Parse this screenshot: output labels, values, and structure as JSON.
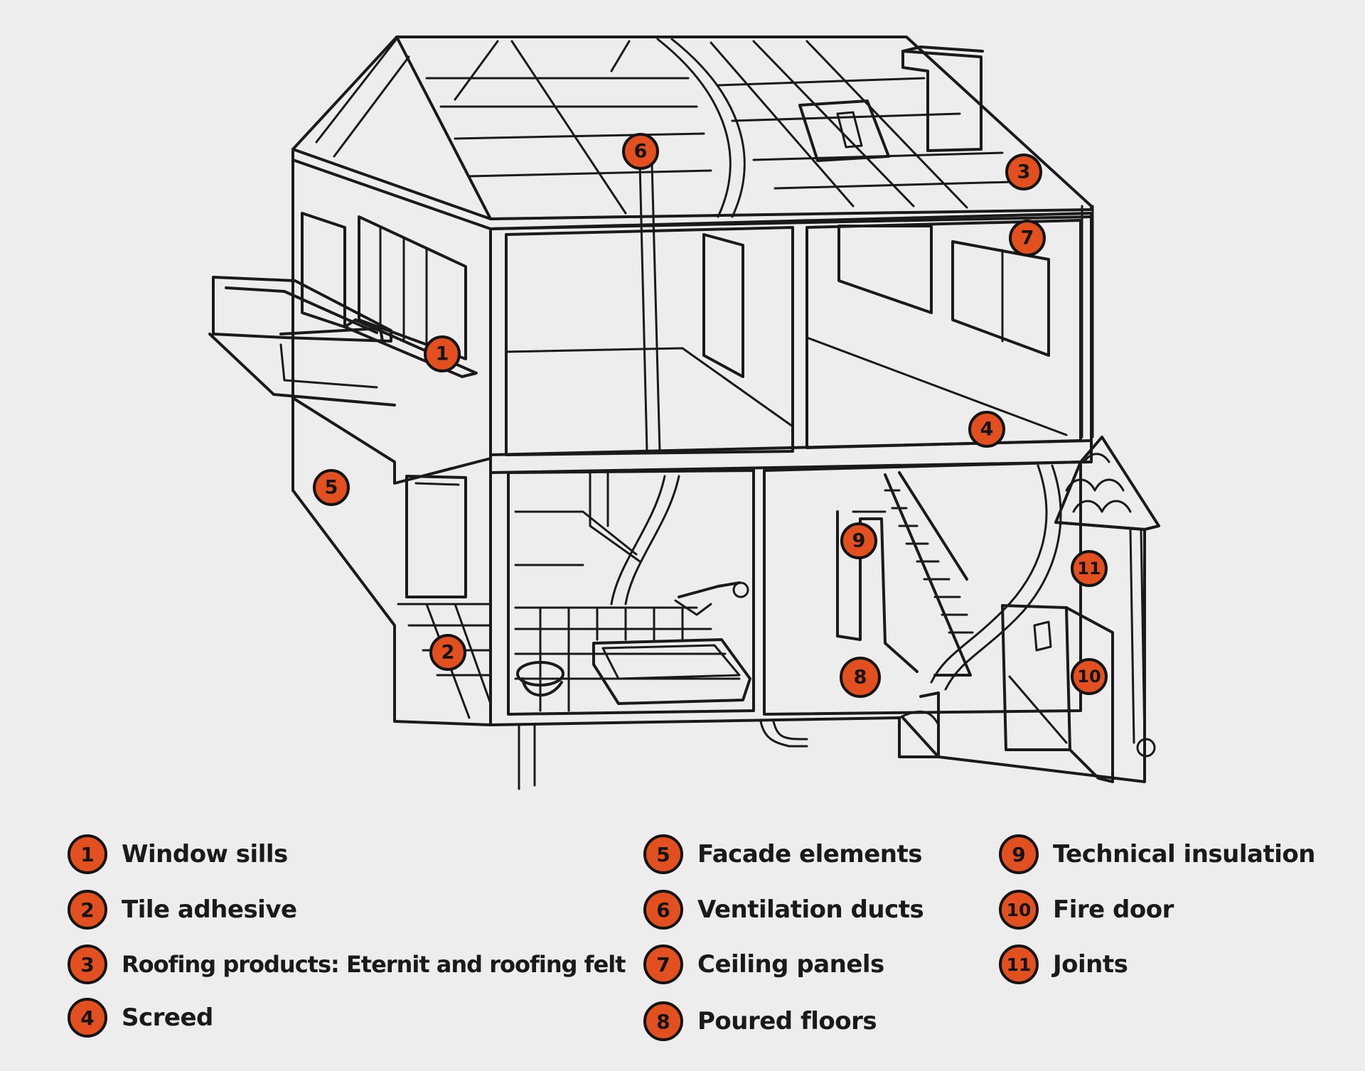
{
  "colors": {
    "background": "#ededed",
    "marker": "#e2501f",
    "line": "#1a1a1a"
  },
  "diagram": {
    "markers": [
      {
        "id": "1",
        "label": "1"
      },
      {
        "id": "2",
        "label": "2"
      },
      {
        "id": "3",
        "label": "3"
      },
      {
        "id": "4",
        "label": "4"
      },
      {
        "id": "5",
        "label": "5"
      },
      {
        "id": "6",
        "label": "6"
      },
      {
        "id": "7",
        "label": "7"
      },
      {
        "id": "8",
        "label": "8"
      },
      {
        "id": "9",
        "label": "9"
      },
      {
        "id": "10",
        "label": "10"
      },
      {
        "id": "11",
        "label": "11"
      }
    ]
  },
  "legend": {
    "items": [
      {
        "num": "1",
        "text": "Window sills"
      },
      {
        "num": "2",
        "text": "Tile adhesive"
      },
      {
        "num": "3",
        "text": "Roofing products: Eternit and roofing felt"
      },
      {
        "num": "4",
        "text": "Screed"
      },
      {
        "num": "5",
        "text": "Facade elements"
      },
      {
        "num": "6",
        "text": "Ventilation ducts"
      },
      {
        "num": "7",
        "text": "Ceiling panels"
      },
      {
        "num": "8",
        "text": "Poured floors"
      },
      {
        "num": "9",
        "text": "Technical insulation"
      },
      {
        "num": "10",
        "text": "Fire door"
      },
      {
        "num": "11",
        "text": "Joints"
      }
    ]
  }
}
